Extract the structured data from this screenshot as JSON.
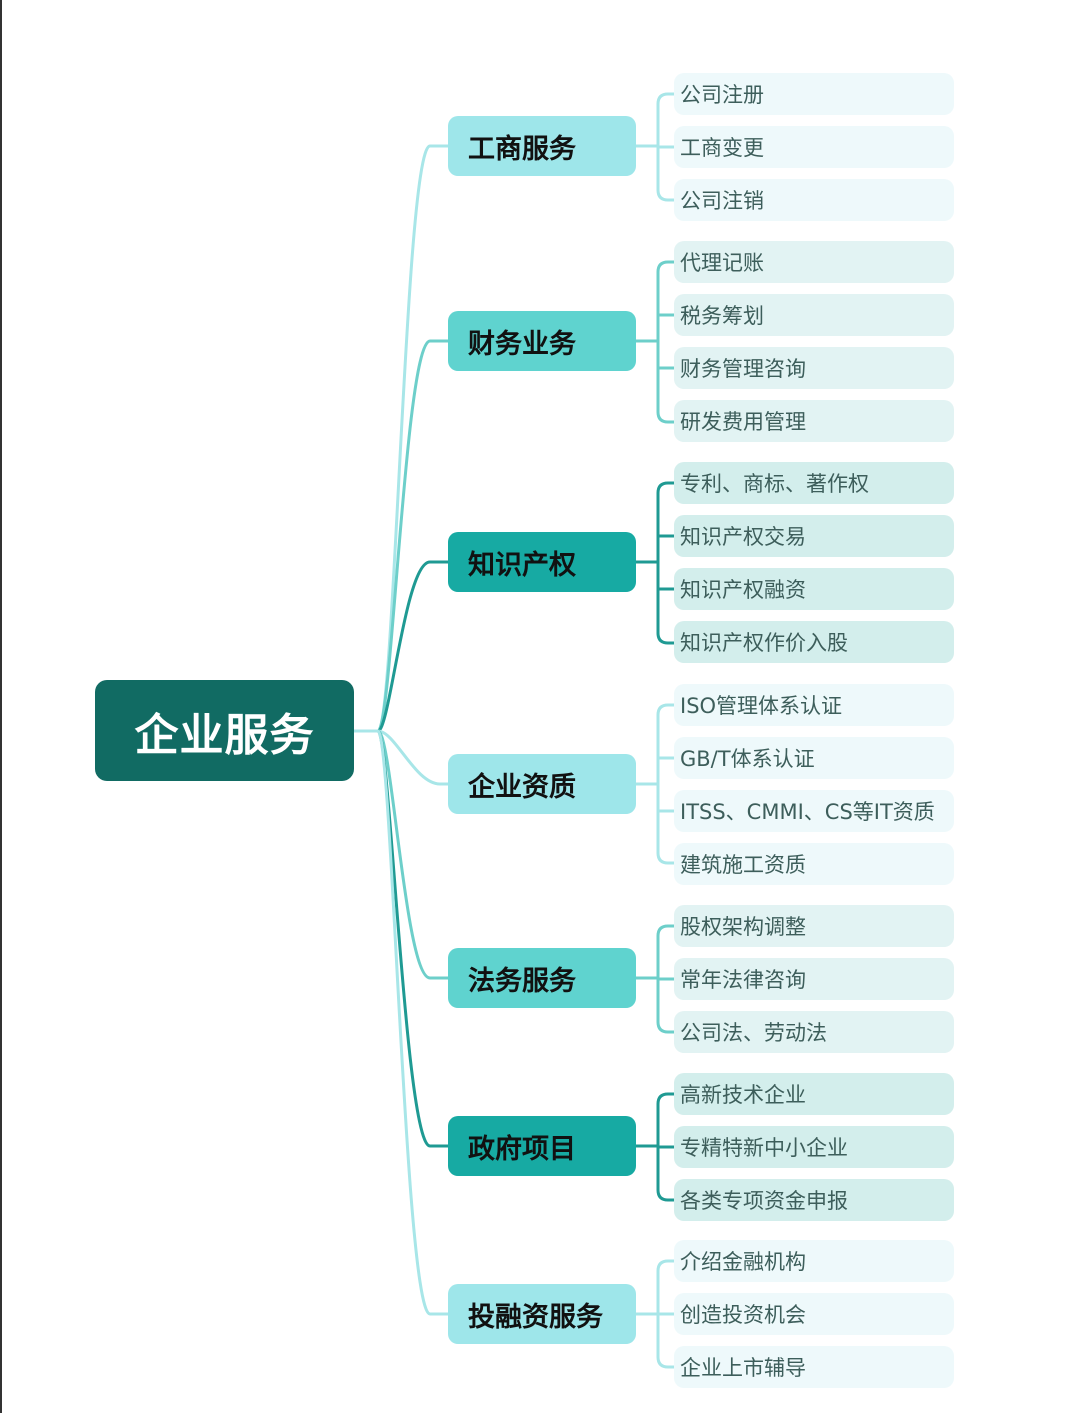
{
  "root": {
    "label": "企业服务",
    "color": "#116b63"
  },
  "branches": [
    {
      "label": "工商服务",
      "tone": "light",
      "items": [
        "公司注册",
        "工商变更",
        "公司注销"
      ]
    },
    {
      "label": "财务业务",
      "tone": "mid",
      "items": [
        "代理记账",
        "税务筹划",
        "财务管理咨询",
        "研发费用管理"
      ]
    },
    {
      "label": "知识产权",
      "tone": "dark",
      "items": [
        "专利、商标、著作权",
        "知识产权交易",
        "知识产权融资",
        "知识产权作价入股"
      ]
    },
    {
      "label": "企业资质",
      "tone": "light",
      "items": [
        "ISO管理体系认证",
        "GB/T体系认证",
        "ITSS、CMMI、CS等IT资质",
        "建筑施工资质"
      ]
    },
    {
      "label": "法务服务",
      "tone": "mid",
      "items": [
        "股权架构调整",
        "常年法律咨询",
        "公司法、劳动法"
      ]
    },
    {
      "label": "政府项目",
      "tone": "dark",
      "items": [
        "高新技术企业",
        "专精特新中小企业",
        "各类专项资金申报"
      ]
    },
    {
      "label": "投融资服务",
      "tone": "light",
      "items": [
        "介绍金融机构",
        "创造投资机会",
        "企业上市辅导"
      ]
    }
  ],
  "colors": {
    "light_branch": "#9ee6ea",
    "mid_branch": "#5fd3cf",
    "dark_branch": "#17aaa3",
    "light_line": "#a8e6e8",
    "mid_line": "#6dcfca",
    "dark_line": "#1f9a93"
  }
}
